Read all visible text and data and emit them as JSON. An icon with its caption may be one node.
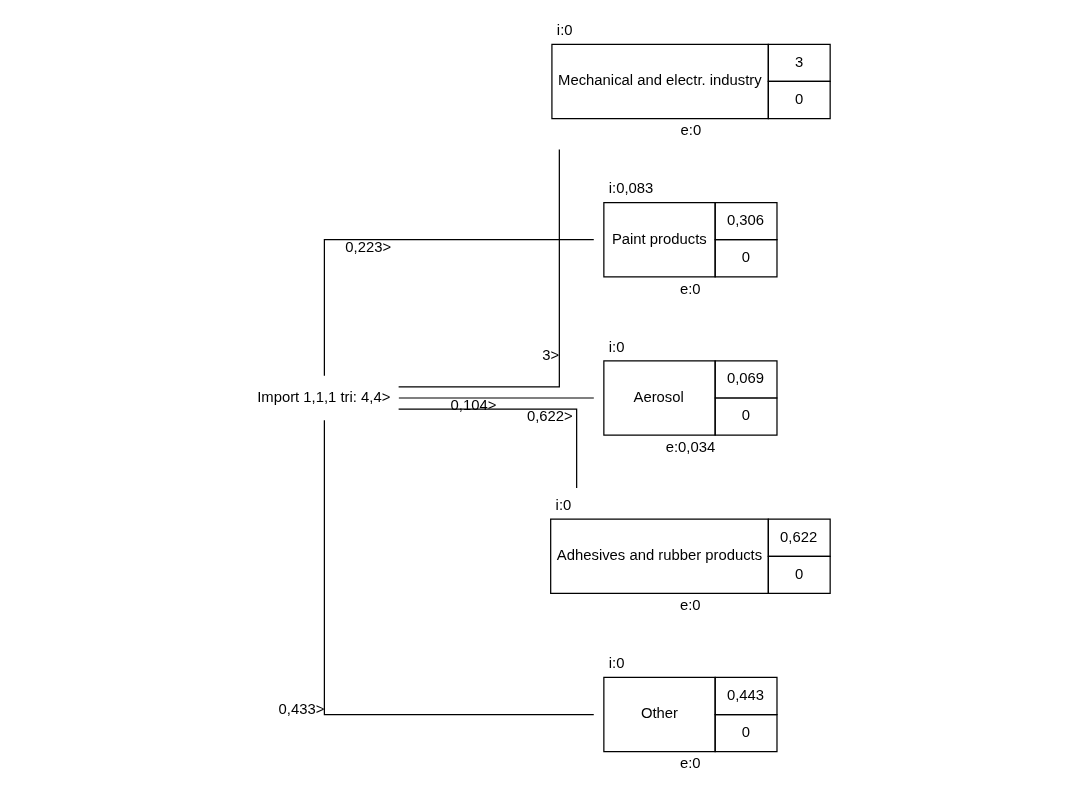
{
  "diagram": {
    "nodes": [
      {
        "text": [
          "Import 1,1,1 tri: 4,4>"
        ]
      },
      {
        "text": [
          "Mechanical and electr. industry",
          "3",
          "0"
        ],
        "beside": [
          "i:0",
          "e:0"
        ]
      },
      {
        "text": [
          "Paint products",
          "0,306",
          "0"
        ],
        "beside": [
          "i:0,083",
          "e:0"
        ]
      },
      {
        "text": [
          "Aerosol",
          "0,069",
          "0"
        ],
        "beside": [
          "i:0",
          "e:0,034"
        ]
      },
      {
        "text": [
          "Adhesives and rubber products",
          "0,622",
          "0"
        ],
        "beside": [
          "i:0",
          "e:0"
        ]
      },
      {
        "text": [
          "Other",
          "0,443",
          "0"
        ],
        "beside": [
          "i:0",
          "e:0"
        ]
      }
    ],
    "edges": [
      {
        "from": 0,
        "to": 1,
        "arrow": "none",
        "label": "3>"
      },
      {
        "from": 0,
        "to": 2,
        "arrow": "none",
        "label": "0,223>"
      },
      {
        "from": 0,
        "to": 3,
        "arrow": "none",
        "label": "0,104>"
      },
      {
        "from": 0,
        "to": 4,
        "arrow": "none",
        "label": "0,622>"
      },
      {
        "from": 0,
        "to": 5,
        "arrow": "none",
        "label": "0,433>"
      }
    ]
  }
}
